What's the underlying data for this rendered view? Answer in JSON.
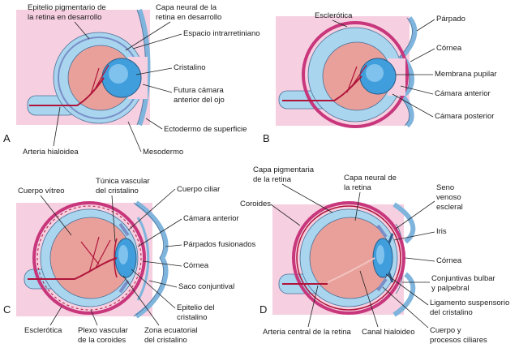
{
  "panels": [
    {
      "letter": "A",
      "labels": {
        "epitelio_pigmentario": [
          "Epitelio pigmentario de",
          "la retina en desarrollo"
        ],
        "capa_neural": [
          "Capa neural de la",
          "retina en desarrollo"
        ],
        "espacio_intrarretiniano": "Espacio intrarretiniano",
        "cristalino": "Cristalino",
        "futura_camara": [
          "Futura cámara",
          "anterior del ojo"
        ],
        "ectodermo": "Ectodermo de superficie",
        "mesodermo": "Mesodermo",
        "arteria_hialoidea": "Arteria hialoidea"
      }
    },
    {
      "letter": "B",
      "labels": {
        "esclerotica": "Esclerótica",
        "parpado": "Párpado",
        "cornea": "Córnea",
        "membrana_pupilar": "Membrana pupilar",
        "camara_anterior": "Cámara anterior",
        "camara_posterior": "Cámara posterior"
      }
    },
    {
      "letter": "C",
      "labels": {
        "cuerpo_vitreo": "Cuerpo vítreo",
        "tunica_vascular": [
          "Túnica vascular",
          "del cristalino"
        ],
        "cuerpo_ciliar": "Cuerpo ciliar",
        "camara_anterior": "Cámara anterior",
        "parpados_fusionados": "Párpados fusionados",
        "cornea": "Córnea",
        "saco_conjuntival": "Saco conjuntival",
        "epitelio_cristalino": [
          "Epitelio del",
          "cristalino"
        ],
        "zona_ecuatorial": [
          "Zona ecuatorial",
          "del cristalino"
        ],
        "plexo_vascular": [
          "Plexo vascular",
          "de la coroides"
        ],
        "esclerotica": "Esclerótica"
      }
    },
    {
      "letter": "D",
      "labels": {
        "capa_pigmentaria": [
          "Capa pigmentaria",
          "de la retina"
        ],
        "capa_neural": [
          "Capa neural de",
          "la retina"
        ],
        "coroides": "Coroides",
        "seno_venoso": [
          "Seno",
          "venoso",
          "escleral"
        ],
        "iris": "Iris",
        "cornea": "Córnea",
        "conjuntivas": [
          "Conjuntivas bulbar",
          "y palpebral"
        ],
        "ligamento": [
          "Ligamento suspensorio",
          "del cristalino"
        ],
        "cuerpo_procesos": [
          "Cuerpo y",
          "procesos ciliares"
        ],
        "canal_hialoideo": "Canal hialoideo",
        "arteria_central": "Arteria central de la retina"
      }
    }
  ],
  "colors": {
    "pink_background": "#f6cfe0",
    "retina_blue": "#a9d5ef",
    "vitreous_salmon": "#e9a09a",
    "lens_blue": "#3f9edb",
    "vessel_red": "#b0143a",
    "sclera_magenta": "#c8367c",
    "outline": "#4a6f98"
  }
}
